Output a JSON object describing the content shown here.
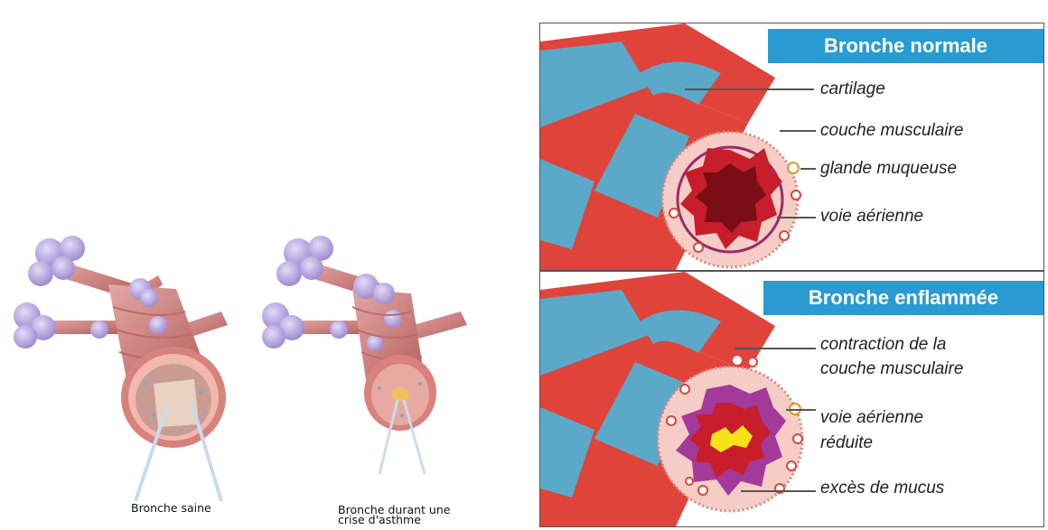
{
  "left_figure": {
    "caption_healthy": "Bronche saine",
    "caption_asthma_line1": "Bronche durant une",
    "caption_asthma_line2": "crise d'asthme"
  },
  "panel_normal": {
    "title": "Bronche normale",
    "labels": [
      "cartilage",
      "couche musculaire",
      "glande muqueuse",
      "voie aérienne"
    ]
  },
  "panel_inflamed": {
    "title": "Bronche enflammée",
    "labels": [
      "contraction de la",
      "couche musculaire",
      "voie aérienne",
      "réduite",
      "excès de mucus"
    ]
  },
  "colors": {
    "header_blue": "#2a9bd2",
    "tissue_red": "#e0433a",
    "cartilage_blue": "#5ba9c9",
    "alveoli_purple": "#b6a5dd",
    "mucus_yellow": "#f7e21a"
  }
}
